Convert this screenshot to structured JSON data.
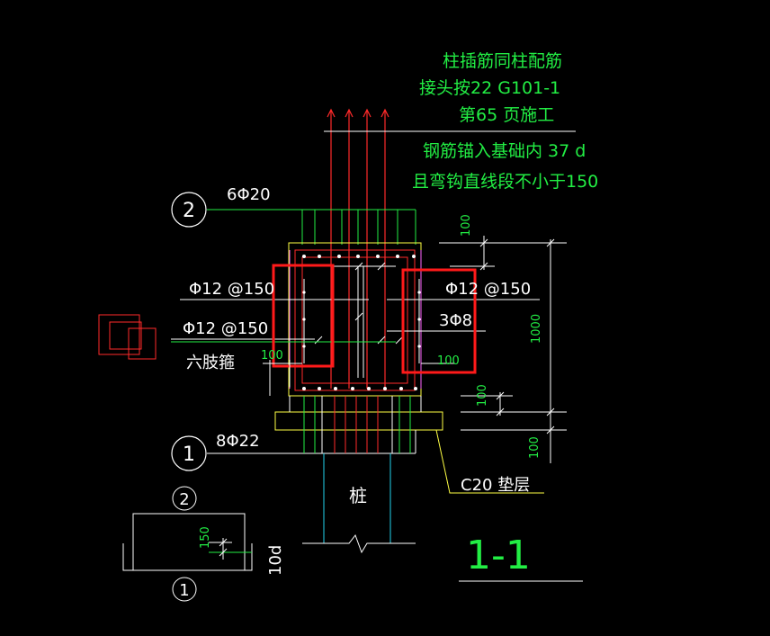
{
  "notes": {
    "line1": "柱插筋同柱配筋",
    "line2": "接头按22 G101-1",
    "line3": "第65 页施工",
    "line4": "钢筋锚入基础内  37  d",
    "line5": "且弯钩直线段不小于150"
  },
  "rebar": {
    "top_label": "6Φ20",
    "bottom_label": "8Φ22",
    "left_stirrup_1": "Φ12 @150",
    "left_stirrup_2": "Φ12 @150",
    "left_legs": "六肢箍",
    "right_stirrup": "Φ12 @150",
    "right_bars": "3Φ8"
  },
  "markers": {
    "top": "2",
    "bottom": "1",
    "small_top": "2",
    "small_bottom": "1"
  },
  "dimensions": {
    "d100_top": "100",
    "d1000": "1000",
    "d100_mid": "100",
    "d100_bot": "100",
    "left_cover": "100",
    "right_cover": "100",
    "hook_150": "150",
    "hook_10d": "10d"
  },
  "labels": {
    "pile": "桩",
    "cushion": "C20 垫层",
    "section": "1-1"
  },
  "colors": {
    "background": "#000000",
    "rebar": "#ff2a2a",
    "concrete": "#ffffff",
    "pile": "#22d3ee",
    "text": "#22ee44",
    "cushion": "#ffff44",
    "highlight": "#ff1a1a"
  }
}
